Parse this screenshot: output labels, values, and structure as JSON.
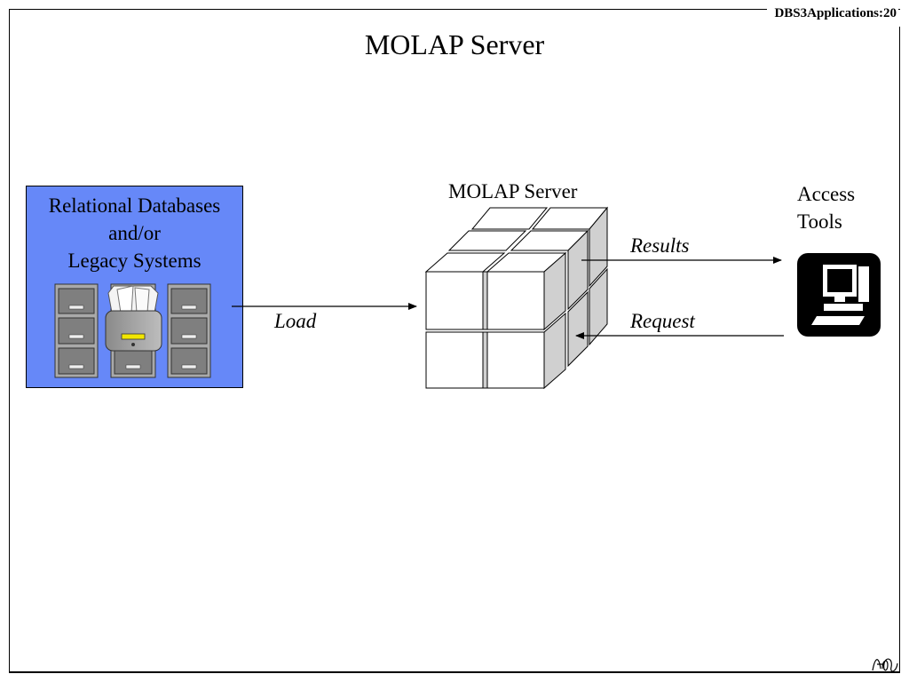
{
  "header": {
    "tag": "DBS3Applications:20"
  },
  "slide": {
    "title": "MOLAP Server"
  },
  "diagram": {
    "source": {
      "lines": [
        "Relational Databases",
        "and/or",
        "Legacy Systems"
      ],
      "color": "#6688f8"
    },
    "server": {
      "label": "MOLAP Server"
    },
    "access_tools": {
      "lines": [
        "Access",
        "Tools"
      ]
    },
    "edges": {
      "load": "Load",
      "results": "Results",
      "request": "Request"
    }
  },
  "icons": [
    "file-cabinet-icon",
    "cube-stack-icon",
    "computer-icon"
  ]
}
